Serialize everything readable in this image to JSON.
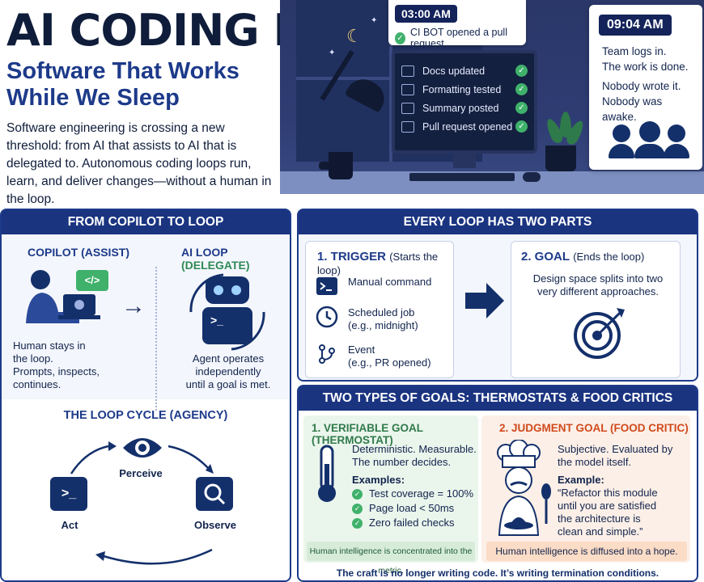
{
  "header": {
    "title": "AI CODING LOOPS",
    "subtitle": "Software That Works While We Sleep",
    "intro": "Software engineering is crossing a new threshold: from AI that assists to AI that is delegated to. Autonomous coding loops run, learn, and deliver changes—without a human in the loop."
  },
  "scene": {
    "night_time": "03:00 AM",
    "night_event": "CI BOT opened a pull request",
    "tasks": [
      "Docs updated",
      "Formatting tested",
      "Summary posted",
      "Pull request opened"
    ],
    "morning_time": "09:04 AM",
    "morning_lines": [
      "Team logs in.",
      "The work is done.",
      "Nobody wrote it.",
      "Nobody was awake."
    ]
  },
  "copilot_panel": {
    "heading": "FROM COPILOT TO LOOP",
    "copilot_title": "COPILOT (ASSIST)",
    "copilot_text": [
      "Human stays in",
      "the loop.",
      "Prompts, inspects,",
      "continues."
    ],
    "loop_title_a": "AI LOOP",
    "loop_title_b": "(DELEGATE)",
    "loop_text": [
      "Agent operates",
      "independently",
      "until a goal is met."
    ],
    "code_glyph": "</>",
    "terminal_glyph": ">_"
  },
  "cycle": {
    "title": "THE LOOP CYCLE (AGENCY)",
    "perceive": "Perceive",
    "observe": "Observe",
    "act": "Act",
    "act_glyph": ">_"
  },
  "parts": {
    "heading": "EVERY LOOP HAS TWO PARTS",
    "trigger_title": "1. TRIGGER",
    "trigger_note": "(Starts the loop)",
    "triggers": [
      {
        "lines": [
          "Manual command"
        ]
      },
      {
        "lines": [
          "Scheduled job",
          "(e.g., midnight)"
        ]
      },
      {
        "lines": [
          "Event",
          "(e.g., PR opened)"
        ]
      }
    ],
    "goal_title": "2. GOAL",
    "goal_note": "(Ends the loop)",
    "goal_text": [
      "Design space splits into two",
      "very different approaches."
    ]
  },
  "goals": {
    "heading": "TWO TYPES OF GOALS: THERMOSTATS & FOOD CRITICS",
    "verifiable_title": "1. VERIFIABLE GOAL (THERMOSTAT)",
    "verifiable_desc": [
      "Deterministic. Measurable.",
      "The number decides."
    ],
    "examples_label": "Examples:",
    "verifiable_examples": [
      "Test coverage = 100%",
      "Page load < 50ms",
      "Zero failed checks"
    ],
    "judgment_title": "2. JUDGMENT GOAL (FOOD CRITIC)",
    "judgment_desc": [
      "Subjective. Evaluated by",
      "the model itself."
    ],
    "example_label": "Example:",
    "judgment_example": [
      "“Refactor this module",
      "until you are satisfied",
      "the architecture is",
      "clean and simple.”"
    ],
    "foot_left": "Human intelligence is concentrated into the metric.",
    "foot_right": "Human intelligence is diffused into a hope.",
    "bottom": "The craft is no longer writing code. It’s writing termination conditions."
  },
  "colors": {
    "navy": "#14306b",
    "header_blue": "#1a3480",
    "green": "#3fb16b",
    "orange": "#d04a1c"
  }
}
